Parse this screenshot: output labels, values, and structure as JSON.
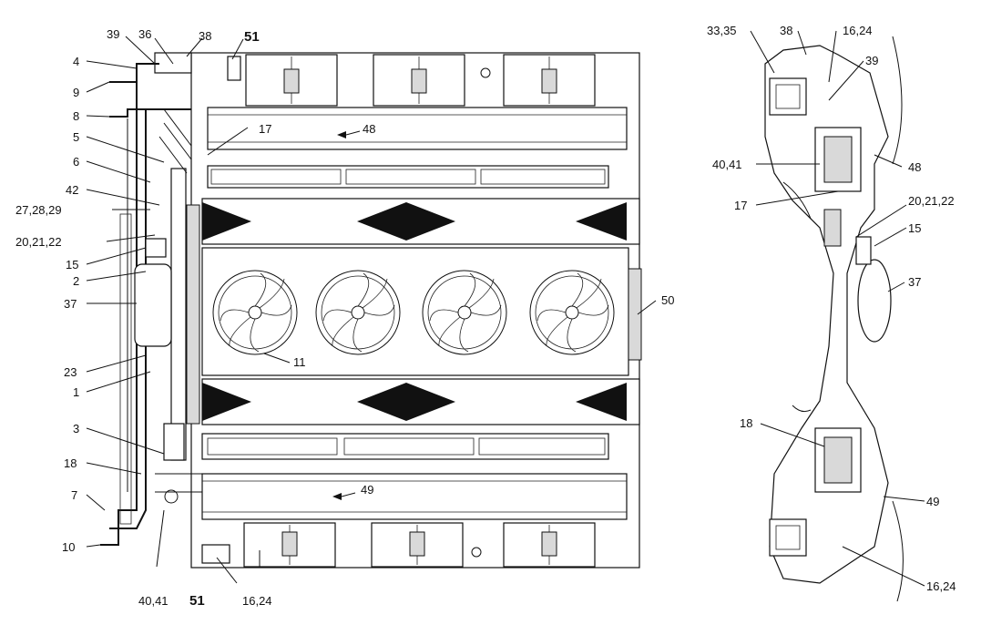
{
  "callouts_left": {
    "l4": "4",
    "l9": "9",
    "l8": "8",
    "l5": "5",
    "l6": "6",
    "l42": "42",
    "l27": "27,28,29",
    "l20": "20,21,22",
    "l15": "15",
    "l2": "2",
    "l37": "37",
    "l23": "23",
    "l1": "1",
    "l3": "3",
    "l18": "18",
    "l7": "7",
    "l10": "10",
    "l39": "39",
    "l36": "36",
    "l38": "38",
    "l51top": "51",
    "l17": "17",
    "l48": "48",
    "l11": "11",
    "l50": "50",
    "l49": "49",
    "l4041": "40,41",
    "l51bot": "51",
    "l1624": "16,24"
  },
  "callouts_right": {
    "r3335": "33,35",
    "r38": "38",
    "r1624top": "16,24",
    "r39": "39",
    "r4041": "40,41",
    "r48": "48",
    "r17": "17",
    "r202122": "20,21,22",
    "r15": "15",
    "r37": "37",
    "r18": "18",
    "r49": "49",
    "r1624bot": "16,24"
  },
  "colors": {
    "line": "#111111",
    "fill": "#ffffff",
    "shade": "#d9d9d9",
    "watermark": "#e6e6e6"
  }
}
